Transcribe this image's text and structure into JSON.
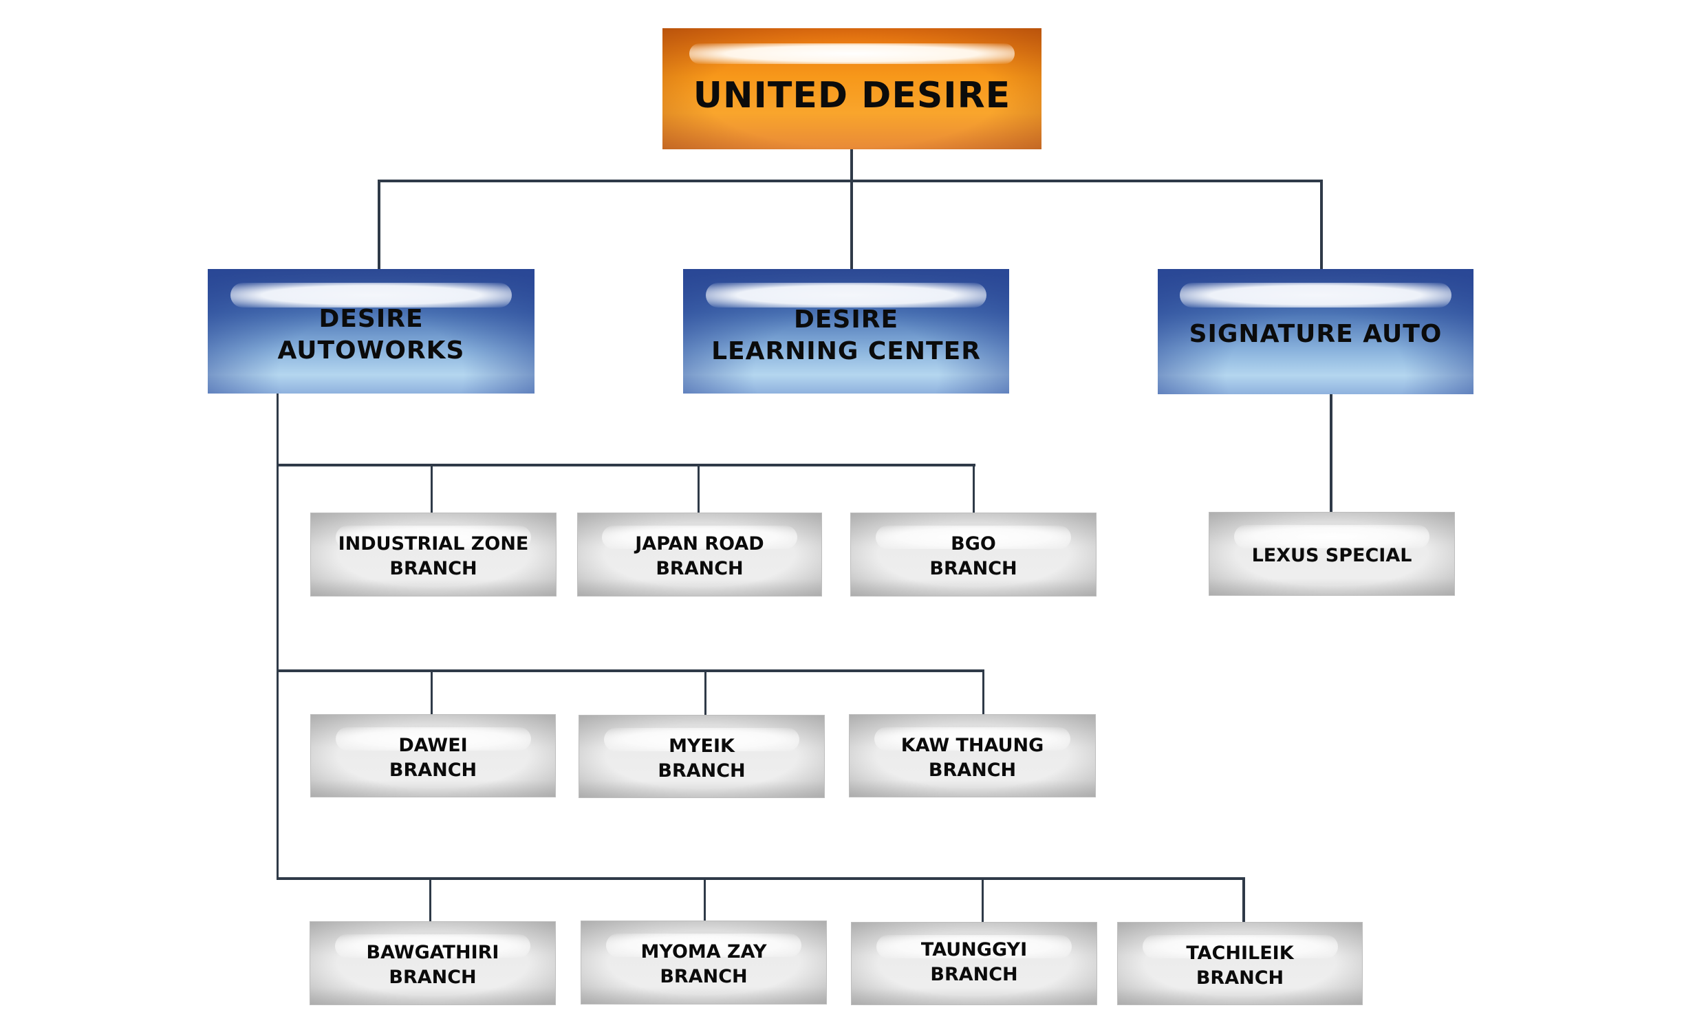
{
  "diagram": {
    "type": "org-chart",
    "colors": {
      "root": "#f7981a",
      "division": "#3f66aa",
      "branch": "#e6e6e6",
      "connector": "#2f3a48"
    },
    "root": {
      "label": "UNITED DESIRE"
    },
    "divisions": [
      {
        "id": "autoworks",
        "label": "DESIRE\nAUTOWORKS"
      },
      {
        "id": "learning",
        "label": "DESIRE\nLEARNING CENTER"
      },
      {
        "id": "signature",
        "label": "SIGNATURE AUTO"
      }
    ],
    "autoworks_branches": [
      {
        "label": "INDUSTRIAL ZONE\nBRANCH"
      },
      {
        "label": "JAPAN ROAD\nBRANCH"
      },
      {
        "label": "BGO\nBRANCH"
      },
      {
        "label": "DAWEI\nBRANCH"
      },
      {
        "label": "MYEIK\nBRANCH"
      },
      {
        "label": "KAW THAUNG\nBRANCH"
      },
      {
        "label": "BAWGATHIRI\nBRANCH"
      },
      {
        "label": "MYOMA ZAY\nBRANCH"
      },
      {
        "label": "TAUNGGYI\nBRANCH"
      },
      {
        "label": "TACHILEIK\nBRANCH"
      }
    ],
    "signature_branches": [
      {
        "label": "LEXUS SPECIAL"
      }
    ]
  }
}
